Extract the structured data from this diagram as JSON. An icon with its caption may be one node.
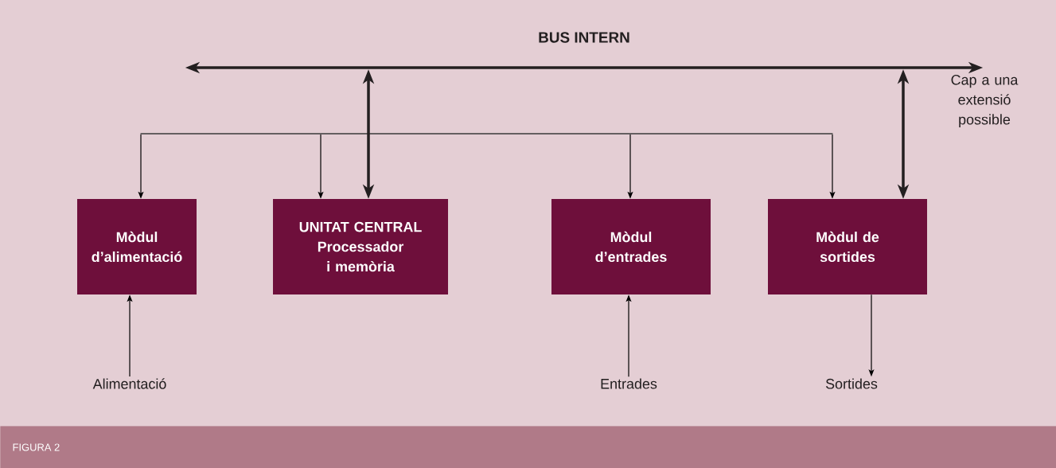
{
  "diagram": {
    "caption": "FIGURA 2",
    "nodes": [
      {
        "text": [
          "BUS INTERN"
        ]
      },
      {
        "text": [],
        "shape": "bar"
      },
      {
        "text": [
          "Mòdul d’alimentació"
        ]
      },
      {
        "text": [
          "UNITAT CENTRAL",
          "Processador i memòria"
        ]
      },
      {
        "text": [
          "Mòdul d’entrades"
        ]
      },
      {
        "text": [
          "Mòdul de sortides"
        ]
      },
      {
        "text": [
          "Alimentació"
        ]
      },
      {
        "text": [
          "Entrades"
        ]
      },
      {
        "text": [
          "Sortides"
        ]
      }
    ],
    "edges": [
      {
        "from": 0,
        "to": 3,
        "arrow": "both",
        "style": "thick"
      },
      {
        "from": 0,
        "to": 5,
        "arrow": "both",
        "style": "thick"
      },
      {
        "from": 1,
        "to": 2,
        "arrow": "to"
      },
      {
        "from": 1,
        "to": 3,
        "arrow": "to"
      },
      {
        "from": 1,
        "to": 4,
        "arrow": "to"
      },
      {
        "from": 1,
        "to": 5,
        "arrow": "to"
      },
      {
        "from": 6,
        "to": 2,
        "arrow": "to"
      },
      {
        "from": 7,
        "to": 4,
        "arrow": "to"
      },
      {
        "from": 5,
        "to": 8,
        "arrow": "to"
      }
    ],
    "labels": [
      "Cap a una extensió possible"
    ]
  }
}
